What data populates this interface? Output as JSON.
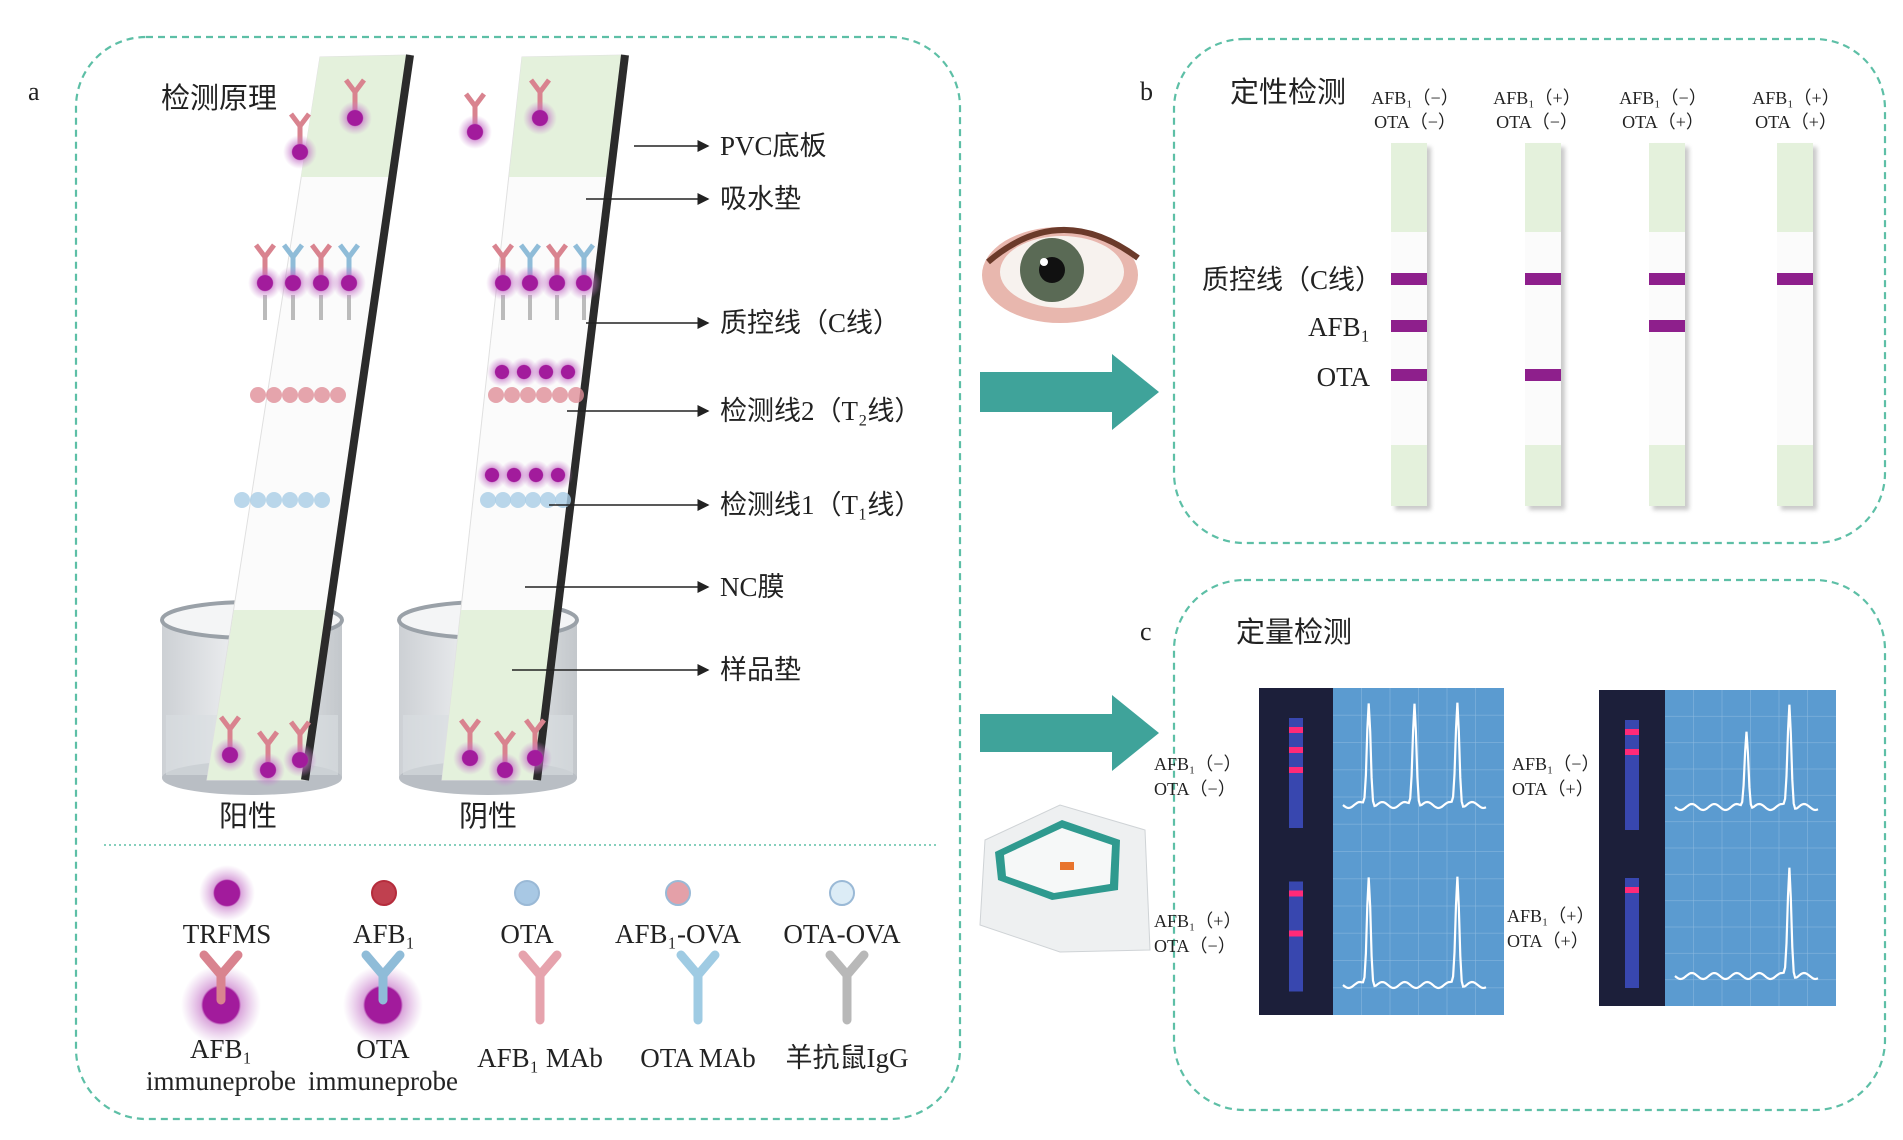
{
  "panel_a": {
    "letter": "a",
    "title": "检测原理",
    "positive_label": "阳性",
    "negative_label": "阴性",
    "parts": [
      "PVC底板",
      "吸水垫",
      "质控线（C线）",
      "检测线2（T₂线）",
      "检测线1（T₁线）",
      "NC膜",
      "样品垫"
    ],
    "legend_row1": [
      "TRFMS",
      "AFB₁",
      "OTA",
      "AFB₁-OVA",
      "OTA-OVA"
    ],
    "legend_row2": [
      {
        "line1": "AFB₁",
        "line2": "immuneprobe"
      },
      {
        "line1": "OTA",
        "line2": "immuneprobe"
      },
      {
        "line1": "AFB₁ MAb",
        "line2": ""
      },
      {
        "line1": "OTA MAb",
        "line2": ""
      },
      {
        "line1": "羊抗鼠IgG",
        "line2": ""
      }
    ]
  },
  "panel_b": {
    "letter": "b",
    "title": "定性检测",
    "line_labels": {
      "c": "质控线（C线）",
      "afb1": "AFB₁",
      "ota": "OTA"
    },
    "strips": [
      {
        "afb1": "AFB₁（−）",
        "ota": "OTA（−）",
        "c_band": true,
        "afb1_band": true,
        "ota_band": true
      },
      {
        "afb1": "AFB₁（+）",
        "ota": "OTA（−）",
        "c_band": true,
        "afb1_band": false,
        "ota_band": true
      },
      {
        "afb1": "AFB₁（−）",
        "ota": "OTA（+）",
        "c_band": true,
        "afb1_band": true,
        "ota_band": false
      },
      {
        "afb1": "AFB₁（+）",
        "ota": "OTA（+）",
        "c_band": true,
        "afb1_band": false,
        "ota_band": false
      }
    ]
  },
  "panel_c": {
    "letter": "c",
    "title": "定量检测",
    "results": [
      {
        "afb1": "AFB₁（−）",
        "ota": "OTA（−）",
        "peaks": [
          "C",
          "AFB1",
          "OTA"
        ]
      },
      {
        "afb1": "AFB₁（−）",
        "ota": "OTA（+）",
        "peaks": [
          "C",
          "AFB1"
        ]
      },
      {
        "afb1": "AFB₁（+）",
        "ota": "OTA（−）",
        "peaks": [
          "C",
          "OTA"
        ]
      },
      {
        "afb1": "AFB₁（+）",
        "ota": "OTA（+）",
        "peaks": [
          "C"
        ]
      }
    ]
  },
  "colors": {
    "frame": "#5dbfa6",
    "arrow": "#3fa39a",
    "band": "#8e1f8c",
    "pad": "#e4f1dc",
    "reader_bg": "#5b9bd0"
  }
}
